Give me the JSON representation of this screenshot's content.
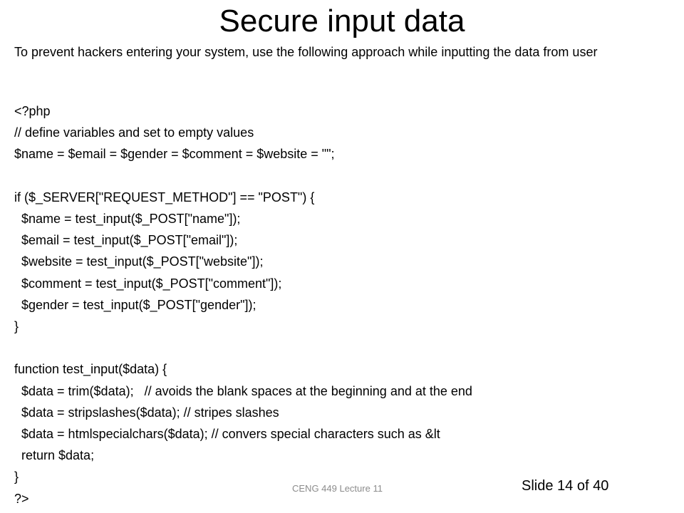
{
  "title": "Secure input data",
  "intro": "To prevent hackers entering your system, use the following approach while inputting the data from user",
  "code_lines": [
    "<?php",
    "// define variables and set to empty values",
    "$name = $email = $gender = $comment = $website = \"\";",
    "",
    "if ($_SERVER[\"REQUEST_METHOD\"] == \"POST\") {",
    "  $name = test_input($_POST[\"name\"]);",
    "  $email = test_input($_POST[\"email\"]);",
    "  $website = test_input($_POST[\"website\"]);",
    "  $comment = test_input($_POST[\"comment\"]);",
    "  $gender = test_input($_POST[\"gender\"]);",
    "}",
    "",
    "function test_input($data) {",
    "  $data = trim($data);   // avoids the blank spaces at the beginning and at the end",
    "  $data = stripslashes($data); // stripes slashes",
    "  $data = htmlspecialchars($data); // convers special characters such as &lt",
    "  return $data;",
    "}",
    "?>"
  ],
  "footer": {
    "course": "CENG 449  Lecture 11",
    "slide_number": "Slide 14 of 40"
  }
}
